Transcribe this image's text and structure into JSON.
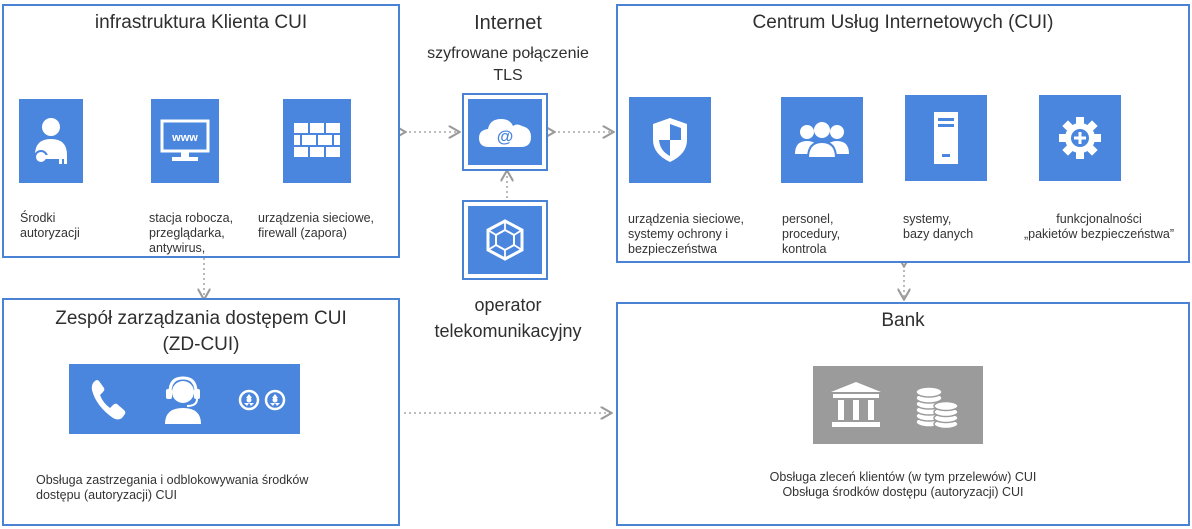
{
  "client": {
    "title": "infrastruktura Klienta CUI",
    "items": [
      {
        "icon": "user-key-icon",
        "label": "Środki\nautoryzacji"
      },
      {
        "icon": "www-monitor-icon",
        "label": "stacja robocza,\nprzeglądarka,\nantywirus,"
      },
      {
        "icon": "brick-wall-icon",
        "label": "urządzenia sieciowe,\nfirewall (zapora)"
      }
    ]
  },
  "internet": {
    "title": "Internet",
    "subtitle": "szyfrowane połączenie\nTLS",
    "icon": "cloud-at-icon"
  },
  "operator": {
    "label": "operator\ntelekomunikacyjny",
    "icon": "hexagon-network-icon"
  },
  "cui": {
    "title": "Centrum Usług Internetowych (CUI)",
    "items": [
      {
        "icon": "shield-icon",
        "label": "urządzenia sieciowe,\nsystemy ochrony i\nbezpieczeństwa"
      },
      {
        "icon": "people-icon",
        "label": "personel,\nprocedury,\nkontrola"
      },
      {
        "icon": "server-icon",
        "label": "systemy,\nbazy danych"
      },
      {
        "icon": "gear-plus-icon",
        "label": "funkcjonalności\n„pakietów bezpieczeństwa”"
      }
    ]
  },
  "access_team": {
    "title": "Zespół zarządzania dostępem CUI\n(ZD-CUI)",
    "icons": [
      "phone-icon",
      "headset-user-icon",
      "tape-reel-icon"
    ],
    "description": "Obsługa zastrzegania i odblokowywania środków\ndostępu (autoryzacji) CUI"
  },
  "bank": {
    "title": "Bank",
    "icons": [
      "bank-building-icon",
      "coins-icon"
    ],
    "description": "Obsługa zleceń klientów (w tym przelewów) CUI\nObsługa środków dostępu (autoryzacji) CUI"
  },
  "colors": {
    "accent": "#4a86dd",
    "border": "#4a83d6",
    "bank_tile": "#999999",
    "connector": "#a8a8a8"
  }
}
